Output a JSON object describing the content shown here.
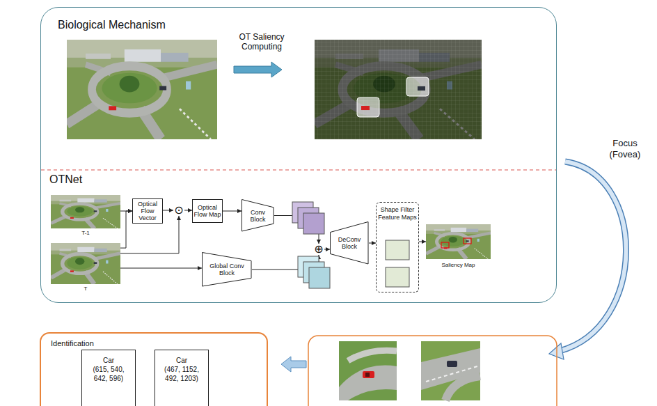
{
  "diagram": {
    "nodes": [
      {
        "text": [
          "Biological Mechanism",
          "OTNet"
        ]
      },
      {
        "text": [
          "T-1"
        ],
        "in": 0
      },
      {
        "text": [
          "T"
        ],
        "in": 0
      },
      {
        "text": [
          "Optical Flow Vector"
        ],
        "in": 0
      },
      {
        "text": [
          "⊙"
        ],
        "in": 0
      },
      {
        "text": [
          "Optical Flow Map"
        ],
        "in": 0
      },
      {
        "text": [
          "Conv Block"
        ],
        "in": 0
      },
      {
        "text": [
          "Global Conv Block"
        ],
        "in": 0
      },
      {
        "text": [
          "⊕"
        ],
        "in": 0
      },
      {
        "text": [
          "DeConv Block"
        ],
        "in": 0
      },
      {
        "text": [
          "Shape Filter Feature Maps"
        ],
        "in": 0
      },
      {
        "text": [
          "Saliency Map"
        ],
        "in": 0
      },
      {
        "text": [
          "Identification"
        ]
      },
      {
        "text": [
          "Car",
          "(615, 540, 642, 596)"
        ],
        "in": 12
      },
      {
        "text": [
          "Car",
          "(467, 1152, 492, 1203)"
        ],
        "in": 12
      }
    ],
    "edges": [
      {
        "from": 1,
        "to": 3,
        "arrow": "to"
      },
      {
        "from": 2,
        "to": 3,
        "arrow": "to"
      },
      {
        "from": 3,
        "to": 4,
        "arrow": "to"
      },
      {
        "from": 2,
        "to": 4,
        "arrow": "to"
      },
      {
        "from": 4,
        "to": 5,
        "arrow": "to"
      },
      {
        "from": 5,
        "to": 6,
        "arrow": "to"
      },
      {
        "from": 6,
        "to": 8,
        "arrow": "to"
      },
      {
        "from": 2,
        "to": 7,
        "arrow": "to"
      },
      {
        "from": 7,
        "to": 8,
        "arrow": "to"
      },
      {
        "from": 8,
        "to": 9,
        "arrow": "to"
      },
      {
        "from": 9,
        "to": 10,
        "arrow": "to"
      },
      {
        "from": 10,
        "to": 11,
        "arrow": "to"
      }
    ],
    "labels": [
      "OT Saliency Computing",
      "Focus (Fovea)"
    ]
  }
}
